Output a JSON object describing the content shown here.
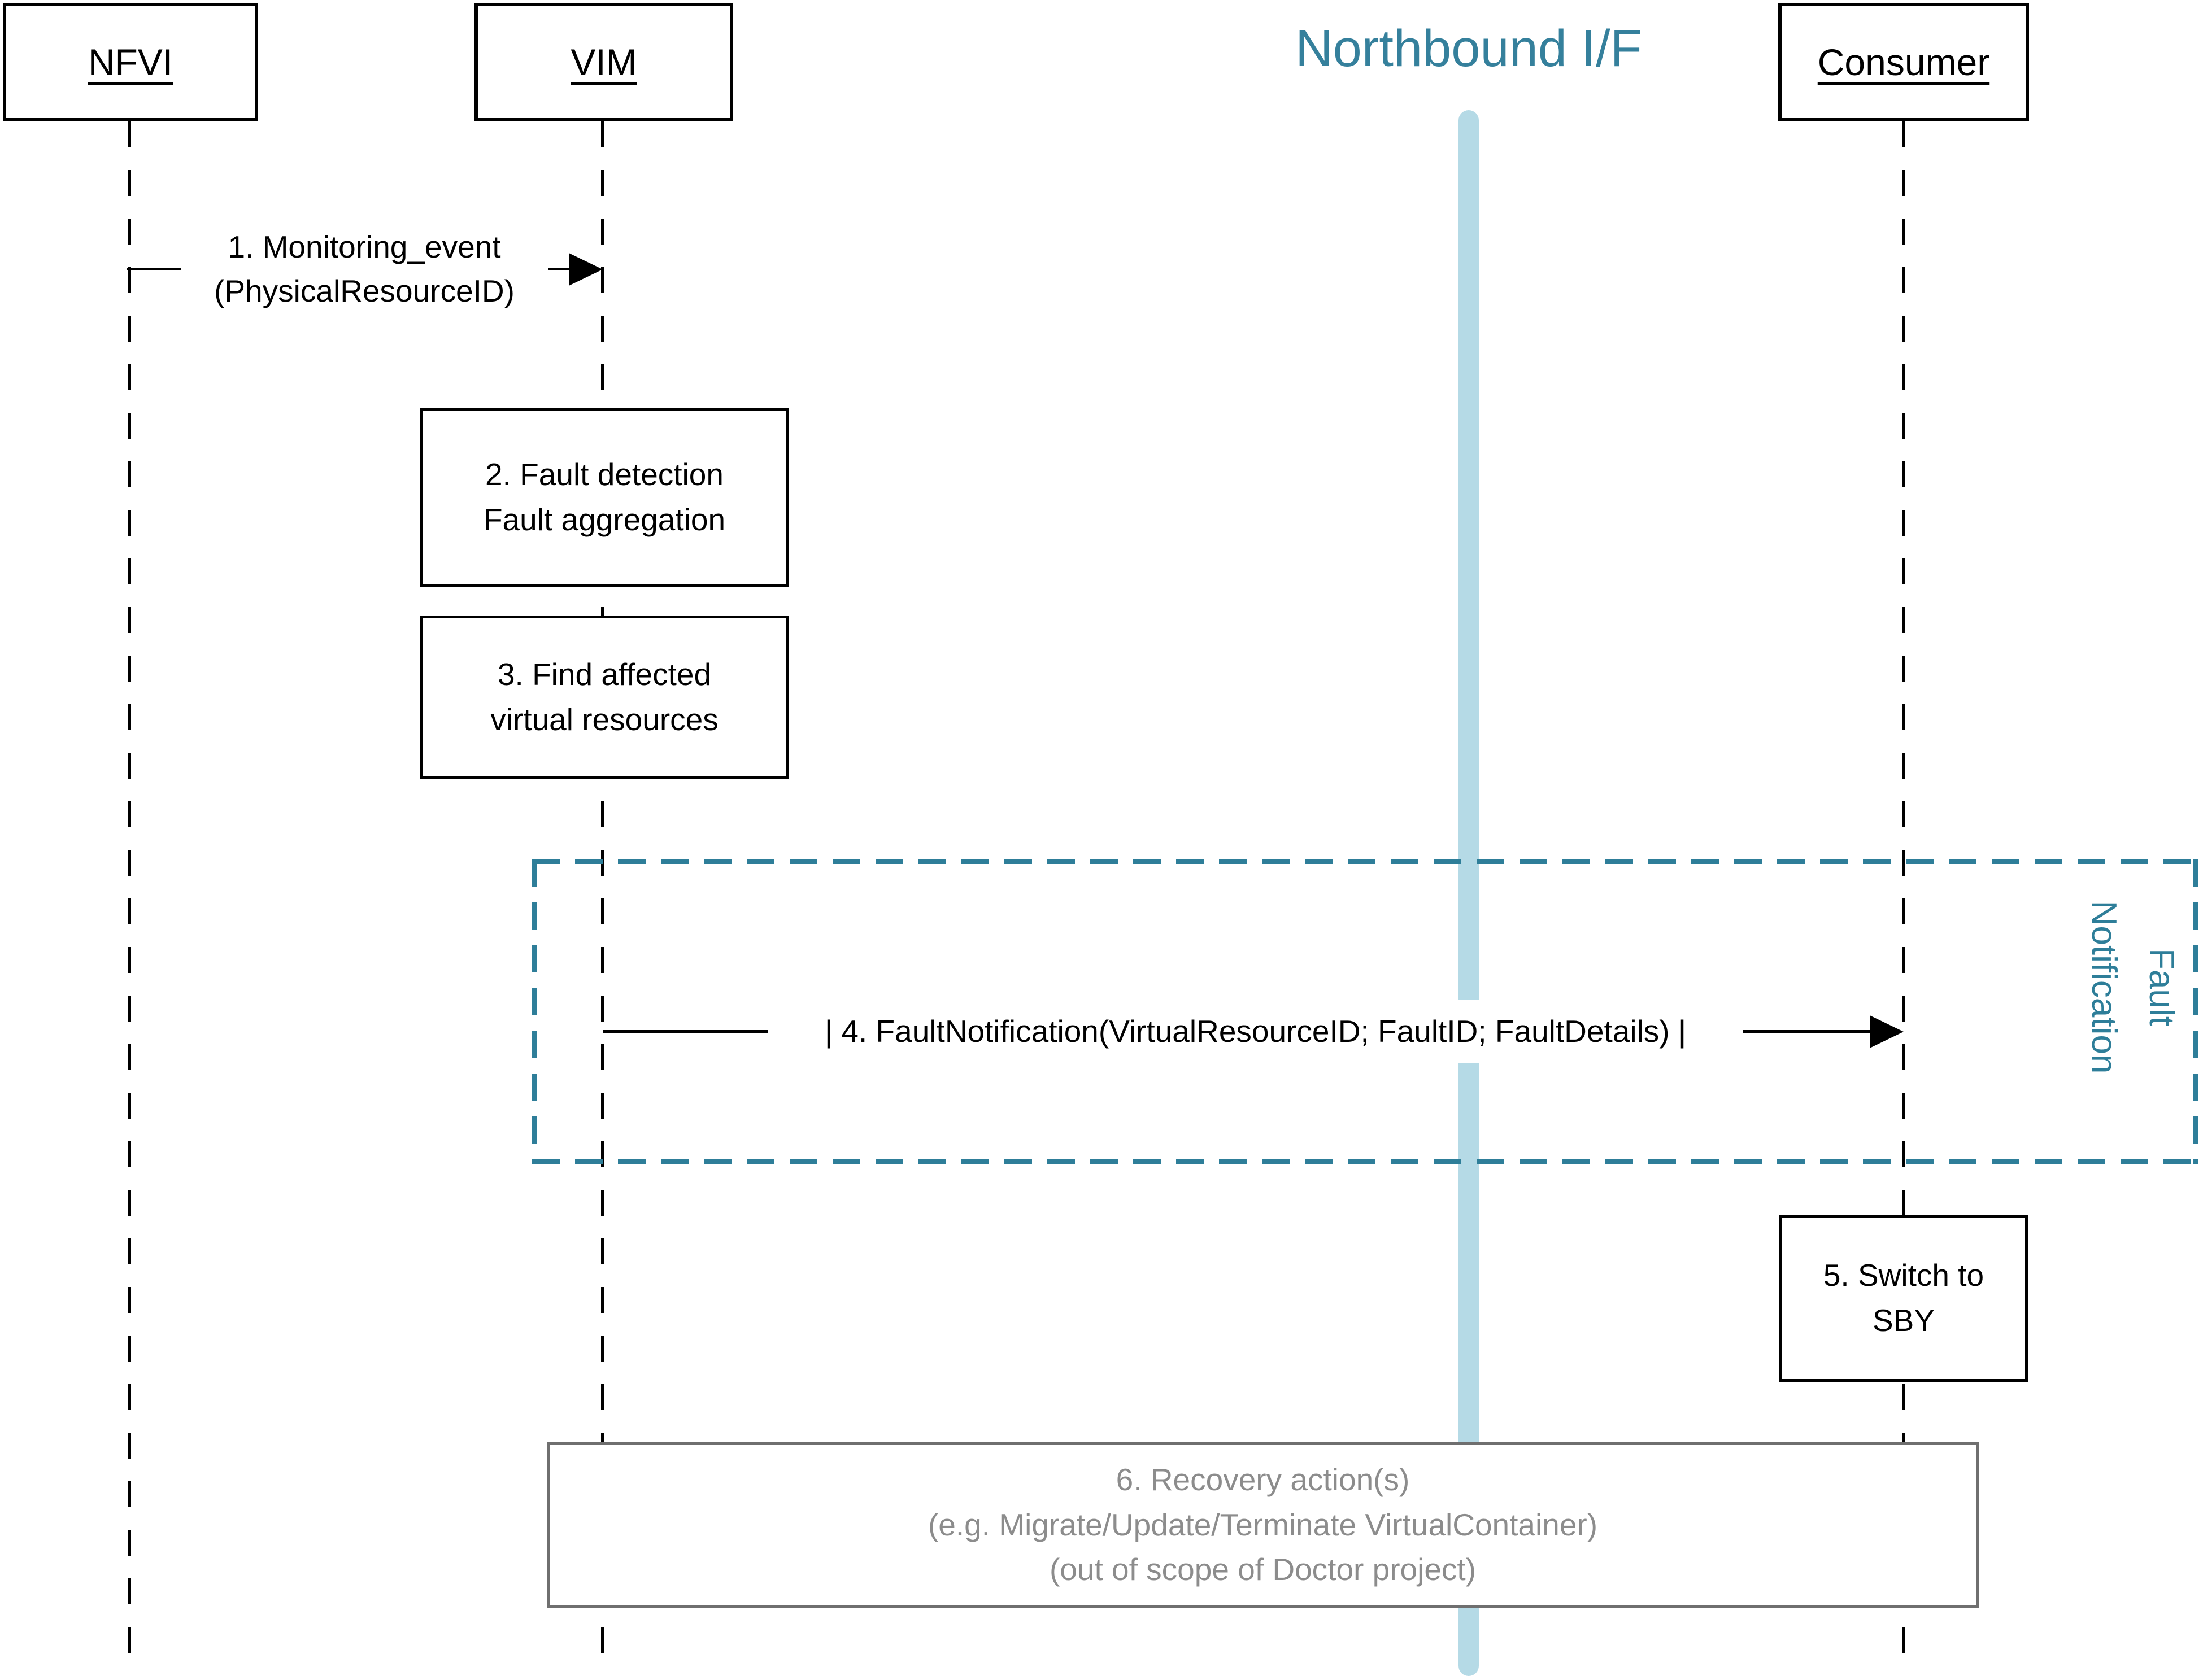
{
  "diagram": {
    "title": "Northbound I/F",
    "actors": [
      {
        "label": "NFVI"
      },
      {
        "label": "VIM"
      },
      {
        "label": "Consumer"
      }
    ],
    "messages": {
      "m1": {
        "line1": "1. Monitoring_event",
        "line2": "(PhysicalResourceID)"
      },
      "m4": {
        "label": "| 4. FaultNotification(VirtualResourceID; FaultID; FaultDetails) |"
      }
    },
    "steps": {
      "s2": {
        "line1": "2. Fault detection",
        "line2": "Fault aggregation"
      },
      "s3": {
        "line1": "3. Find affected",
        "line2": "virtual resources"
      },
      "s5": {
        "line1": "5. Switch to",
        "line2": "SBY"
      },
      "s6": {
        "line1": "6. Recovery action(s)",
        "line2": "(e.g. Migrate/Update/Terminate VirtualContainer)",
        "line3": "(out of scope of Doctor project)"
      }
    },
    "group": {
      "label_line1": "Fault",
      "label_line2": "Notification"
    },
    "colors": {
      "teal": "#2E7E99",
      "title_teal": "#35809C",
      "light_blue": "#B5DAE6",
      "gray_text": "#8C8C8C",
      "gray_border": "#6F6F6F"
    }
  }
}
